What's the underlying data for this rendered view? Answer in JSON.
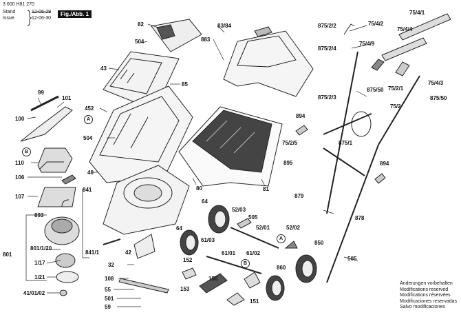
{
  "header": {
    "part_number": "3 600 H81 270",
    "stand_label": "Stand",
    "issue_label": "Issue",
    "stand_date": "12-06-29",
    "issue_date": "12-06-30",
    "figure_label": "Fig./Abb. 1"
  },
  "notes": [
    "Änderungen vorbehalten",
    "Modifications reserved",
    "Modifications réservées",
    "Modificaciones reservadas",
    "Salvo modificaciones"
  ],
  "labels": {
    "l82": "82",
    "l504a": "504",
    "l43": "43",
    "l85": "85",
    "l99": "99",
    "l101": "101",
    "l452": "452",
    "l100": "100",
    "l504b": "504",
    "l110": "110",
    "l106": "106",
    "l107": "107",
    "l40": "40",
    "l8384": "83/84",
    "l883": "883",
    "l80": "80",
    "l81": "81",
    "l841": "841",
    "l8411": "841/1",
    "l893": "893",
    "l801": "801",
    "l80120": "801/1/20",
    "l117": "1/17",
    "l121": "1/21",
    "l410102": "41/01/02",
    "l64a": "64",
    "l64b": "64",
    "l42": "42",
    "l32": "32",
    "l108": "108",
    "l55": "55",
    "l501": "501",
    "l59": "59",
    "l152": "152",
    "l153": "153",
    "l150": "150",
    "l6103": "61/03",
    "l6101": "61/01",
    "l6102": "61/02",
    "l5203": "52/03",
    "l5201": "52/01",
    "l5202": "52/02",
    "l505a": "505",
    "l505b": "505",
    "l151": "151",
    "l850": "850",
    "l860": "860",
    "l87522": "875/2/2",
    "l87524": "875/2/4",
    "l87523": "875/2/3",
    "l7549": "75/4/9",
    "l7542": "75/4/2",
    "l7541": "75/4/1",
    "l7544": "75/4/4",
    "l7543": "75/4/3",
    "l87550a": "875/50",
    "l87550b": "875/50",
    "l7521": "75/2/1",
    "l752": "75/2",
    "l894a": "894",
    "l894b": "894",
    "l7525": "75/2/5",
    "l8751": "875/1",
    "l895": "895",
    "l879": "879",
    "l878": "878"
  },
  "circles": {
    "ca": "A",
    "cb": "B",
    "cc": "A",
    "cd": "B"
  }
}
